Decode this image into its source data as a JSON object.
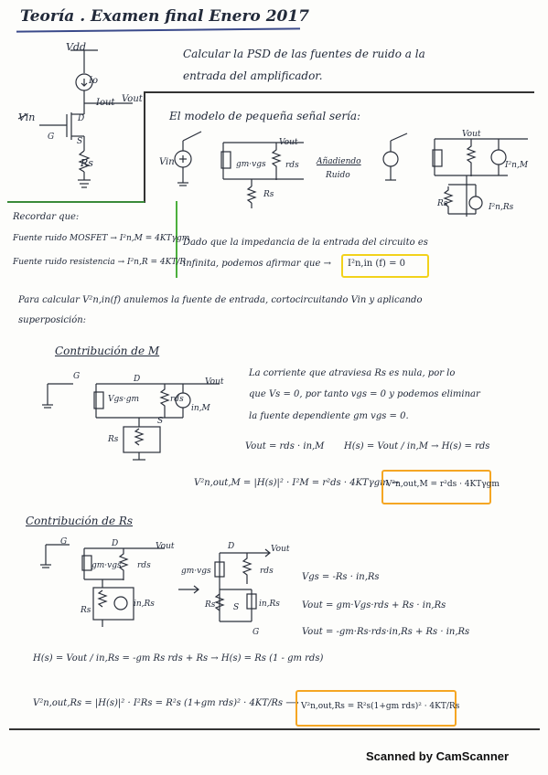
{
  "title": "Teoría . Examen final Enero 2017",
  "task": {
    "line1": "Calcular la PSD de las fuentes de ruido a la",
    "line2": "entrada del amplificador."
  },
  "circuit_main": {
    "vdd": "Vdd",
    "io": "Io",
    "iout": "Iout",
    "vout": "Vout",
    "vin": "Vin",
    "g": "G",
    "d": "D",
    "s": "S",
    "rs": "Rs"
  },
  "model": {
    "text": "El modelo de pequeña señal sería:",
    "added_label_1": "Añadiendo",
    "added_label_2": "Ruido",
    "gm_vgs": "gm·vgs",
    "rds": "rds",
    "vin": "Vin",
    "vout": "Vout",
    "rs": "Rs",
    "in_m": "I²n,M",
    "in_rs": "I²n,Rs"
  },
  "recordar": {
    "heading": "Recordar que:",
    "line1": "Fuente ruido MOSFET → I²n,M = 4KTγgm",
    "line2": "Fuente ruido resistencia → I²n,R = 4KT/R"
  },
  "impedance": {
    "line1": "Dado que la impedancia de la entrada del circuito es",
    "line2": "infinita, podemos afirmar que →",
    "boxed": "I²n,in (f) = 0"
  },
  "superposition": {
    "line1": "Para calcular V²n,in(f) anulemos la fuente de entrada, cortocircuitando Vin y aplicando",
    "line2": "superposición:"
  },
  "contrib_m": {
    "heading": "Contribución de M",
    "text1": "La corriente que atraviesa Rs es nula, por lo",
    "text2": "que Vs = 0, por tanto vgs = 0 y podemos eliminar",
    "text3": "la fuente dependiente gm vgs = 0.",
    "eq1": "Vout = rds · in,M",
    "eq2": "H(s) = Vout / in,M → H(s) = rds",
    "eq3": "V²n,out,M = |H(s)|² · I²M = r²ds · 4KTγgm →",
    "boxed": "V²n,out,M = r²ds · 4KTγgm",
    "g": "G",
    "d": "D",
    "s": "S",
    "vout": "Vout",
    "vgs_gm": "Vgs·gm",
    "rds": "rds",
    "in_m": "in,M",
    "rs": "Rs"
  },
  "contrib_rs": {
    "heading": "Contribución de Rs",
    "eq_vgs": "Vgs = -Rs · in,Rs",
    "eq_vout1": "Vout = gm·Vgs·rds + Rs · in,Rs",
    "eq_vout2": "Vout = -gm·Rs·rds·in,Rs + Rs · in,Rs",
    "eq_h": "H(s) = Vout / in,Rs = -gm Rs rds + Rs → H(s) = Rs (1 - gm rds)",
    "eq_final": "V²n,out,Rs = |H(s)|² · I²Rs = R²s (1+gm rds)² · 4KT/Rs ⟶",
    "boxed": "V²n,out,Rs = R²s(1+gm rds)² · 4KT/Rs",
    "g": "G",
    "d": "D",
    "s": "S",
    "vout": "Vout",
    "gm_vgs": "gm·vgs",
    "rds": "rds",
    "rs": "Rs",
    "in_rs": "in,Rs"
  },
  "footer": "Scanned by CamScanner"
}
